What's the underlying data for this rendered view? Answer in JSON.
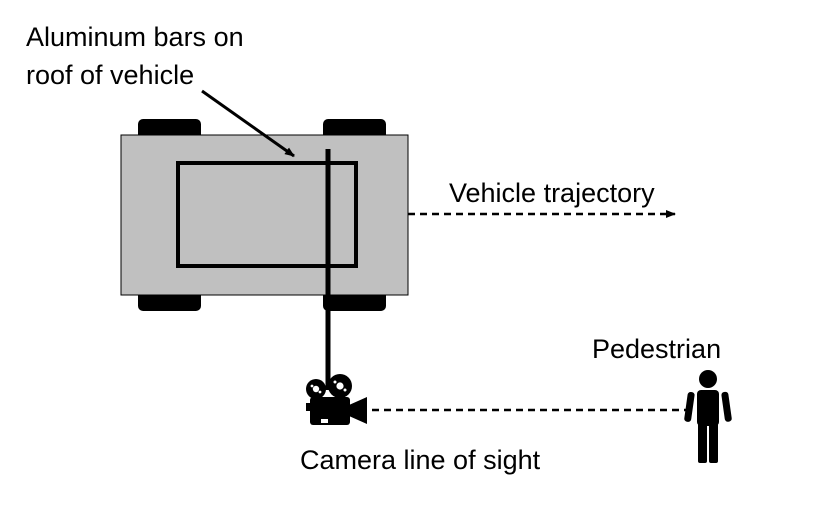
{
  "labels": {
    "roof_line1": "Aluminum bars on",
    "roof_line2": "roof of vehicle",
    "trajectory": "Vehicle trajectory",
    "pedestrian": "Pedestrian",
    "camera_sight": "Camera line of sight"
  },
  "icons": {
    "camera": "movie-camera-icon",
    "pedestrian": "person-icon"
  },
  "colors": {
    "vehicle_body": "#c0c0c0",
    "outline": "#000000",
    "background": "#ffffff"
  }
}
